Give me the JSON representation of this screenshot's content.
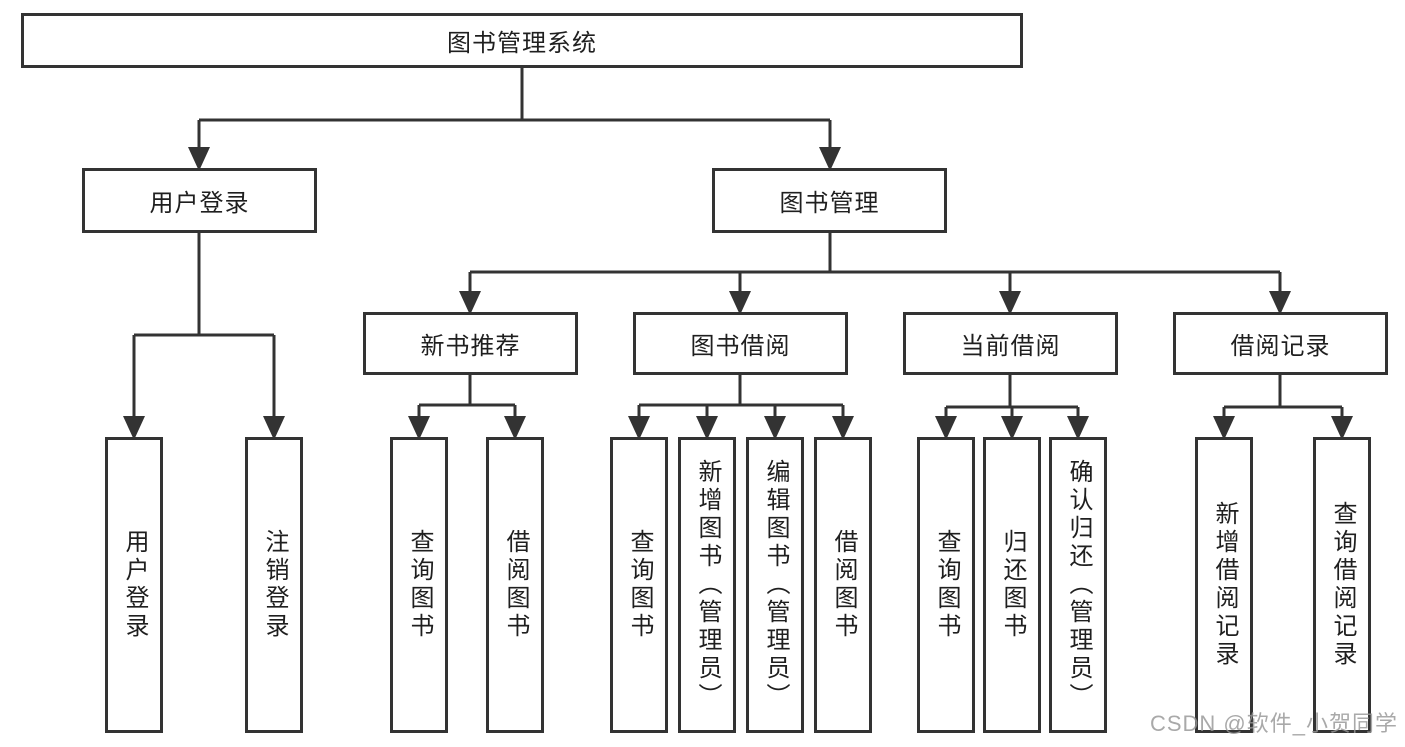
{
  "diagram": {
    "watermark": "CSDN @软件_小贺同学",
    "colors": {
      "line": "#333333",
      "text": "#1f1f1f",
      "box_background": "#ffffff",
      "watermark": "#969696"
    },
    "type": "hierarchy-tree",
    "tree": {
      "label": "图书管理系统",
      "children": [
        {
          "label": "用户登录",
          "children": [
            {
              "label": "用户登录"
            },
            {
              "label": "注销登录"
            }
          ]
        },
        {
          "label": "图书管理",
          "children": [
            {
              "label": "新书推荐",
              "children": [
                {
                  "label": "查询图书"
                },
                {
                  "label": "借阅图书"
                }
              ]
            },
            {
              "label": "图书借阅",
              "children": [
                {
                  "label": "查询图书"
                },
                {
                  "label": "新增图书（管理员）"
                },
                {
                  "label": "编辑图书（管理员）"
                },
                {
                  "label": "借阅图书"
                }
              ]
            },
            {
              "label": "当前借阅",
              "children": [
                {
                  "label": "查询图书"
                },
                {
                  "label": "归还图书"
                },
                {
                  "label": "确认归还（管理员）"
                }
              ]
            },
            {
              "label": "借阅记录",
              "children": [
                {
                  "label": "新增借阅记录"
                },
                {
                  "label": "查询借阅记录"
                }
              ]
            }
          ]
        }
      ]
    }
  }
}
